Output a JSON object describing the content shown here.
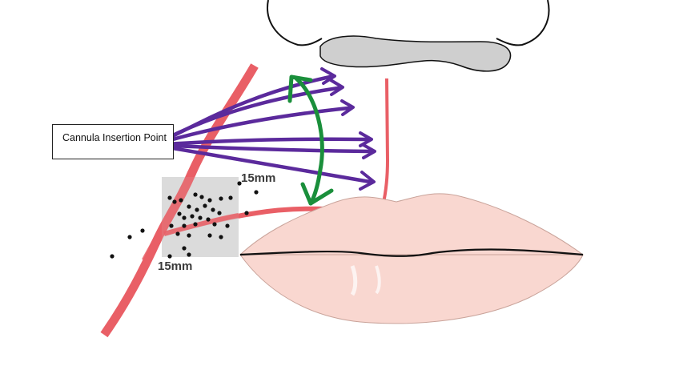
{
  "callout": {
    "label": "Cannula Insertion Point"
  },
  "dimensions": {
    "square_width": "15mm",
    "square_height": "15mm"
  },
  "colors": {
    "artery": "#e95f66",
    "artery_dark": "#c9434b",
    "lip": "#f9d7d0",
    "lip_shadow": "#efb9ae",
    "injection_arrows": "#5b2a9c",
    "fanning_arc": "#1a8f3b",
    "zone": "#d4d4d4"
  },
  "icons": {
    "cannula_fan": "purple-arrow-fan",
    "sweep": "green-double-headed-arc-arrow",
    "danger_zone": "gray-square-with-points"
  }
}
